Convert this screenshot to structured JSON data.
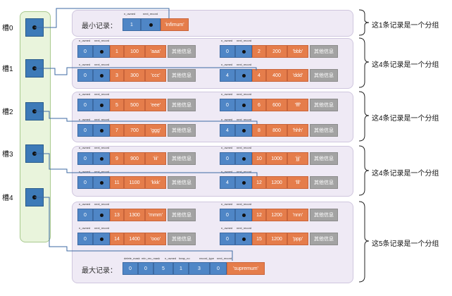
{
  "slots": [
    "槽0",
    "槽1",
    "槽2",
    "槽3",
    "槽4"
  ],
  "field_labels": {
    "n_owned": "n_owned",
    "next_record": "next_record",
    "delete_mask": "delete_mask",
    "min_rec_mask": "min_rec_mask",
    "heap_no": "heap_no",
    "record_type": "record_type"
  },
  "extra_info": "其他信息",
  "min_record": {
    "label": "最小记录：",
    "n_owned": "1",
    "name": "'infimum'"
  },
  "max_record": {
    "label": "最大记录：",
    "values": [
      "0",
      "0",
      "5",
      "1",
      "3",
      "0"
    ],
    "name": "'supremum'"
  },
  "groups": [
    {
      "brace": "这1条记录是一个分组"
    },
    {
      "brace": "这4条记录是一个分组",
      "records": [
        {
          "n_owned": "0",
          "k1": "1",
          "k2": "100",
          "v": "'aaa'"
        },
        {
          "n_owned": "0",
          "k1": "2",
          "k2": "200",
          "v": "'bbb'"
        },
        {
          "n_owned": "0",
          "k1": "3",
          "k2": "300",
          "v": "'ccc'"
        },
        {
          "n_owned": "4",
          "k1": "4",
          "k2": "400",
          "v": "'ddd'"
        }
      ]
    },
    {
      "brace": "这4条记录是一个分组",
      "records": [
        {
          "n_owned": "0",
          "k1": "5",
          "k2": "500",
          "v": "'eee'"
        },
        {
          "n_owned": "0",
          "k1": "6",
          "k2": "600",
          "v": "'fff'"
        },
        {
          "n_owned": "0",
          "k1": "7",
          "k2": "700",
          "v": "'ggg'"
        },
        {
          "n_owned": "4",
          "k1": "8",
          "k2": "800",
          "v": "'hhh'"
        }
      ]
    },
    {
      "brace": "这4条记录是一个分组",
      "records": [
        {
          "n_owned": "0",
          "k1": "9",
          "k2": "900",
          "v": "'iii'"
        },
        {
          "n_owned": "0",
          "k1": "10",
          "k2": "1000",
          "v": "'jjj'"
        },
        {
          "n_owned": "0",
          "k1": "11",
          "k2": "1100",
          "v": "'kkk'"
        },
        {
          "n_owned": "4",
          "k1": "12",
          "k2": "1200",
          "v": "'lll'"
        }
      ]
    },
    {
      "brace": "这5条记录是一个分组",
      "records": [
        {
          "n_owned": "0",
          "k1": "13",
          "k2": "1300",
          "v": "'mmm'"
        },
        {
          "n_owned": "0",
          "k1": "12",
          "k2": "1200",
          "v": "'nnn'"
        },
        {
          "n_owned": "0",
          "k1": "14",
          "k2": "1400",
          "v": "'ooo'"
        },
        {
          "n_owned": "0",
          "k1": "15",
          "k2": "1200",
          "v": "'ppp'"
        }
      ]
    }
  ]
}
